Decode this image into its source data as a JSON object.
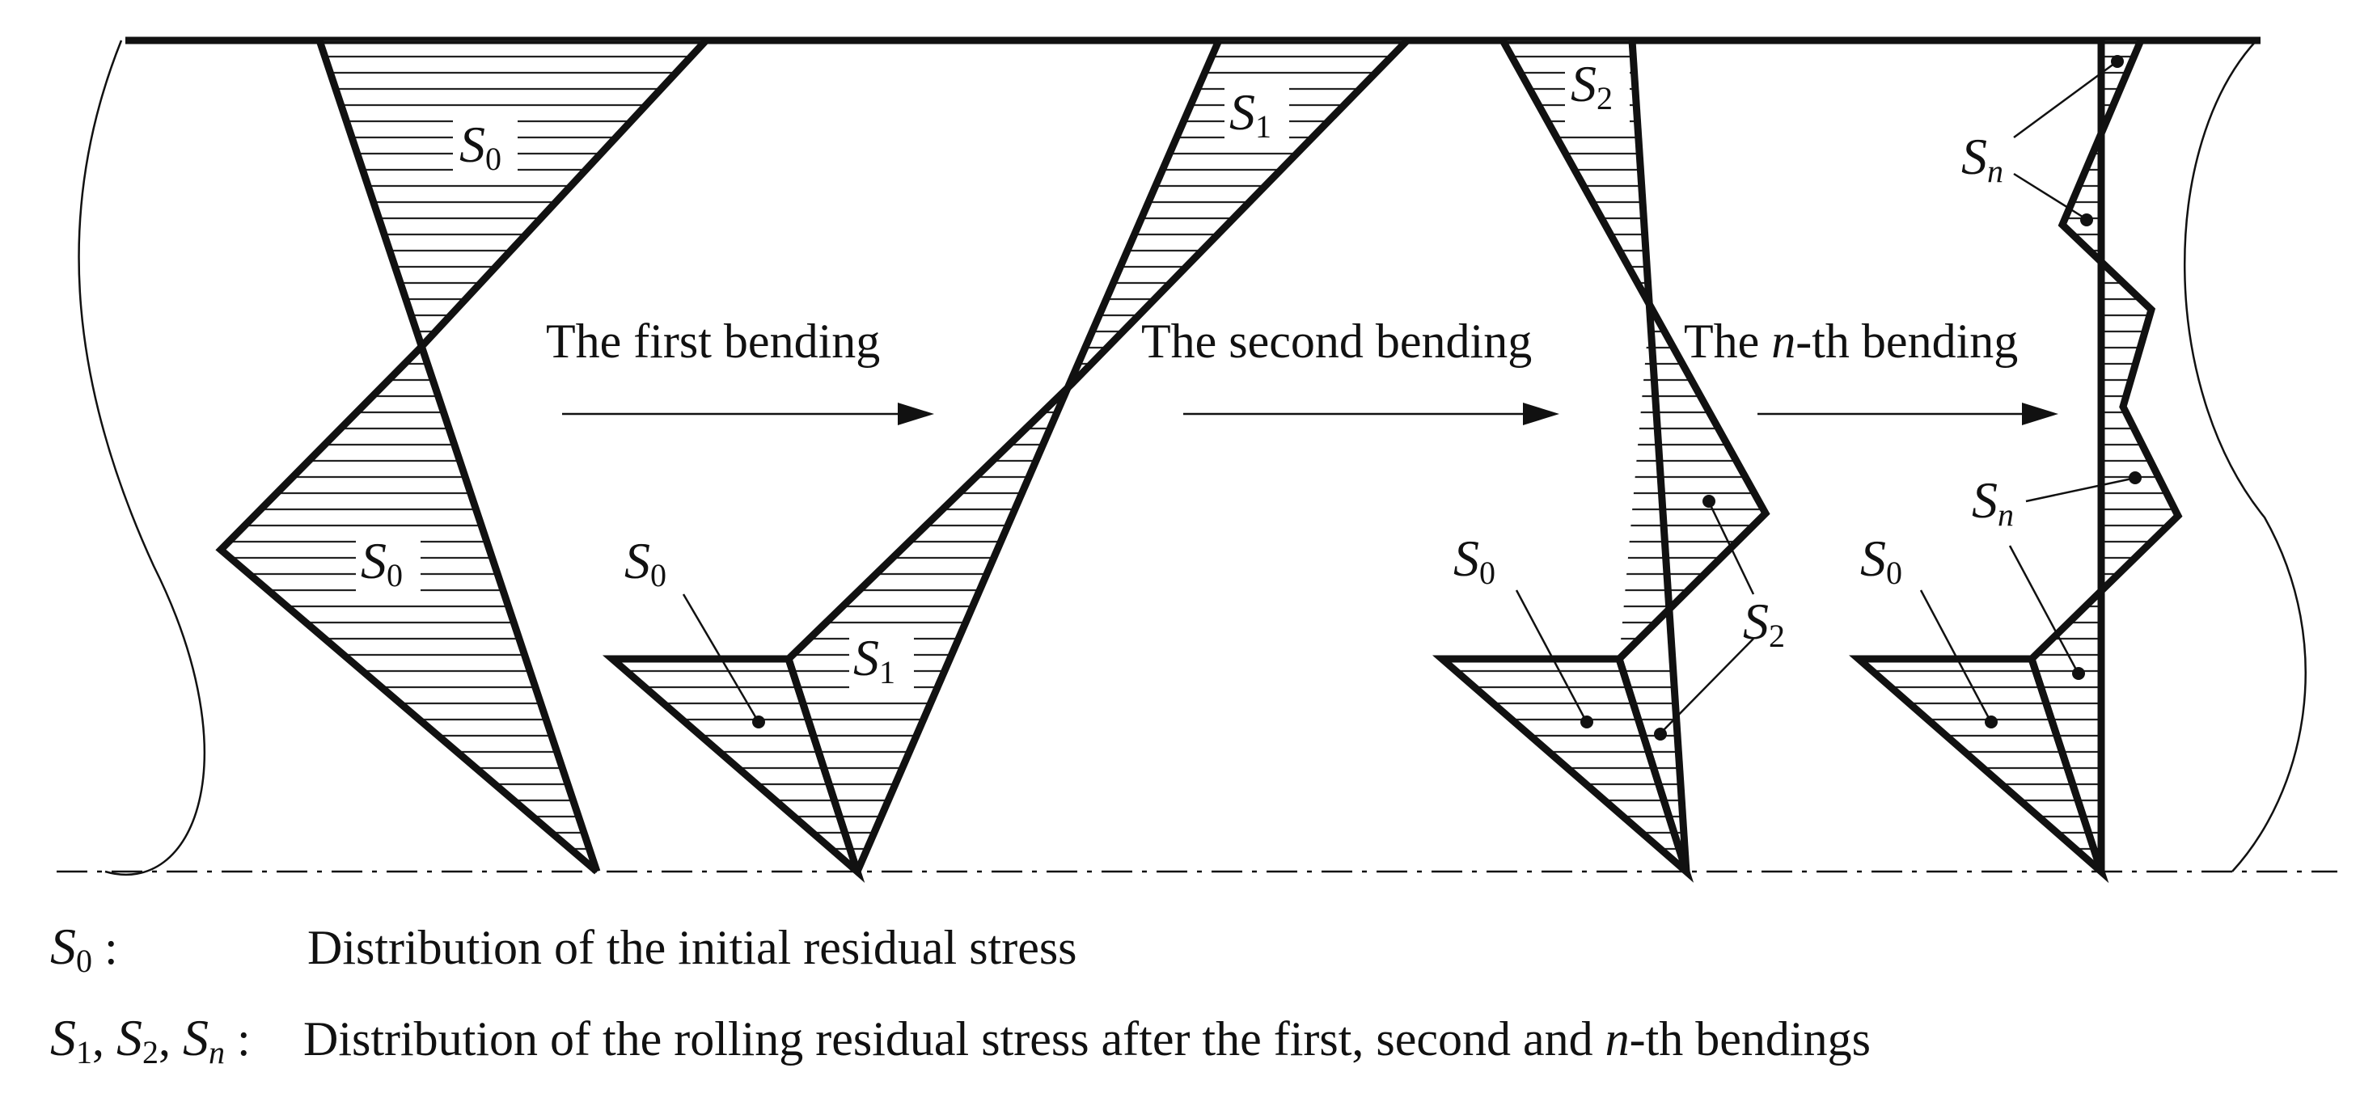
{
  "stages": [
    {
      "prefix": "The first bending",
      "italic": "",
      "suffix": ""
    },
    {
      "prefix": "The second bending",
      "italic": "",
      "suffix": ""
    },
    {
      "prefix": "The ",
      "italic": "n",
      "suffix": "-th bending"
    }
  ],
  "symbols": {
    "s0": {
      "letter": "S",
      "sub": "0"
    },
    "s1": {
      "letter": "S",
      "sub": "1"
    },
    "s2": {
      "letter": "S",
      "sub": "2"
    },
    "sn": {
      "letter": "S",
      "sub": "n"
    }
  },
  "legend": {
    "line1": {
      "symbol": "S",
      "sub": "0",
      "colon": " :",
      "text": "Distribution of the initial residual stress"
    },
    "line2": {
      "symbols": [
        {
          "letter": "S",
          "sub": "1",
          "sep": ", "
        },
        {
          "letter": "S",
          "sub": "2",
          "sep": ", "
        },
        {
          "letter": "S",
          "sub": "n",
          "sep": ""
        }
      ],
      "colon": " :",
      "text_prefix": "Distribution of the rolling residual stress after the first, second and ",
      "text_italic": "n",
      "text_suffix": "-th bendings"
    }
  },
  "colors": {
    "ink": "#111111",
    "hatch": "#222222",
    "background": "#ffffff"
  }
}
